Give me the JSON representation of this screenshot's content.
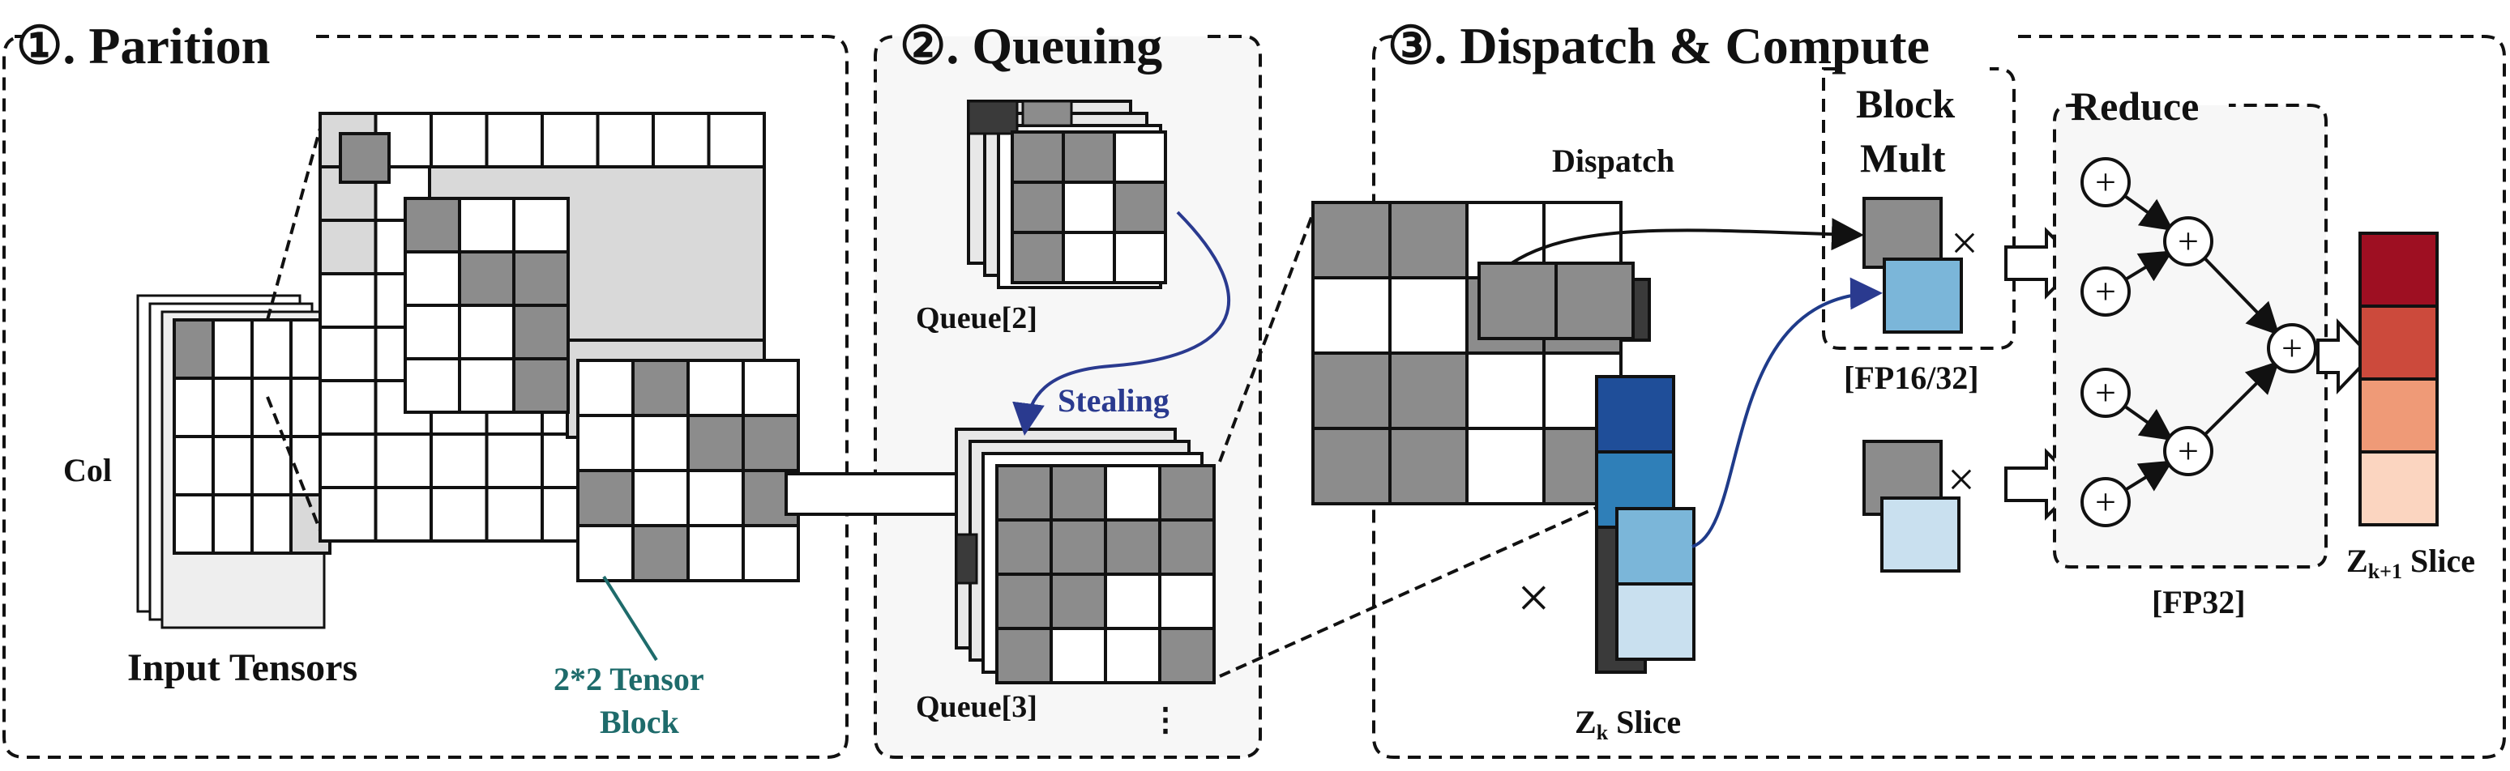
{
  "sections": {
    "partition": {
      "title": "①. Parition"
    },
    "queuing": {
      "title": "②. Queuing"
    },
    "dispatch": {
      "title": "③. Dispatch & Compute"
    }
  },
  "partition": {
    "col_label": "Col",
    "input_label": "Input Tensors",
    "block_label_line1": "2*2 Tensor",
    "block_label_line2": "Block"
  },
  "queuing": {
    "queue2": "Queue[2]",
    "queue3": "Queue[3]",
    "stealing": "Stealing",
    "more": "⋮"
  },
  "dispatch": {
    "dispatch_label": "Dispatch",
    "times": "×",
    "zk_main": "Z",
    "zk_sub": "k",
    "zk_suffix": " Slice",
    "block_mult_line1": "Block",
    "block_mult_line2": "Mult",
    "precision_mult": "[FP16/32]",
    "reduce": "Reduce",
    "precision_reduce": "[FP32]",
    "plus": "+",
    "zk1_main": "Z",
    "zk1_sub": "k+1",
    "zk1_suffix": " Slice"
  },
  "colors": {
    "gray": "#8c8c8c",
    "light_gray": "#d9d9d9",
    "dark": "#3a3a3a",
    "teal": "#1e6b6b",
    "navy": "#2a3a8f",
    "zk_blues": [
      "#1f4e99",
      "#2f7fb8",
      "#7bb6d9",
      "#c9e0ef"
    ],
    "zk1_reds": [
      "#9e0f22",
      "#cc4a3c",
      "#ef9a77",
      "#fbd5c0"
    ]
  }
}
